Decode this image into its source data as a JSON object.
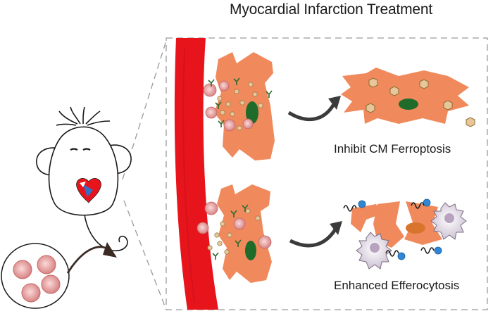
{
  "figure": {
    "title": "Myocardial Infarction Treatment",
    "outcomes": [
      {
        "label": "Inhibit CM Ferroptosis"
      },
      {
        "label": "Enhanced Efferocytosis"
      }
    ]
  },
  "colors": {
    "vessel": "#e8141c",
    "cardiomyocyte": "#f08a5d",
    "nucleus": "#1f6b2a",
    "particle": "#e7c79a",
    "vesicle": "#f4a9a8",
    "macrophage": "#ddd3e2",
    "arrow": "#3b3b3b"
  }
}
